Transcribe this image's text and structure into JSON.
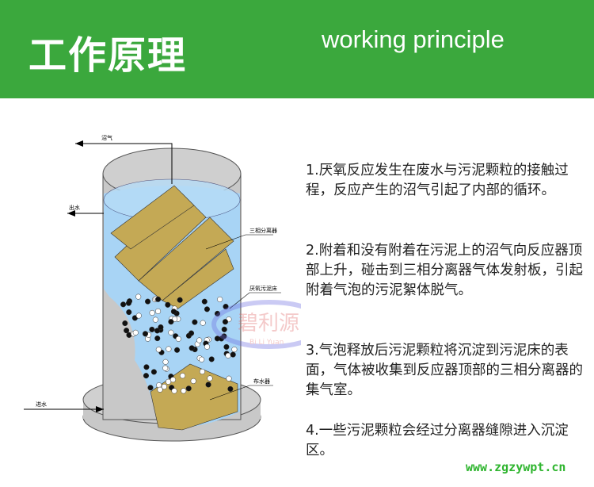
{
  "header": {
    "title_cn": "工作原理",
    "title_en": "working principle"
  },
  "diagram": {
    "labels": {
      "biogas": "沼气",
      "outlet": "出水",
      "separator": "三相分离器",
      "sludge_bed": "厌氧污泥床",
      "distributor": "布水器",
      "inlet": "进水"
    },
    "watermark": {
      "cn": "碧利源",
      "en": "Bi Li Yuan"
    }
  },
  "paragraphs": [
    "1.厌氧反应发生在废水与污泥颗粒的接触过程，反应产生的沼气引起了内部的循环。",
    "2.附着和没有附着在污泥上的沼气向反应器顶部上升，碰击到三相分离器气体发射板，引起附着气泡的污泥絮体脱气。",
    "3.气泡释放后污泥颗粒将沉淀到污泥床的表面，气体被收集到反应器顶部的三相分离器的集气室。",
    "4.一些污泥颗粒会经过分离器缝隙进入沉淀区。"
  ],
  "footer": {
    "url": "www.zgzywpt.cn"
  }
}
